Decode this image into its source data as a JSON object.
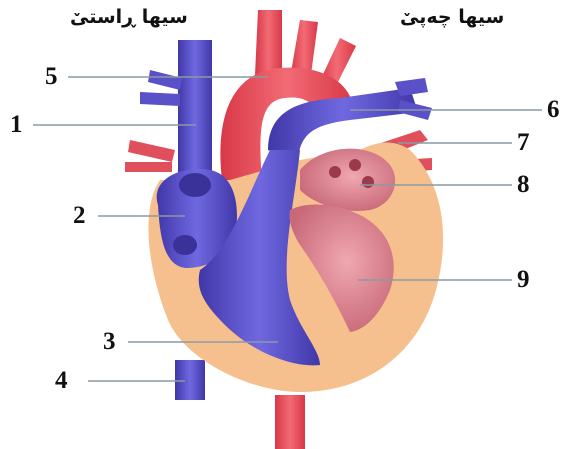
{
  "labels": {
    "right_side": "سیها ڕاستیٚ",
    "left_side": "سیها چەپیٚ"
  },
  "callouts": [
    {
      "id": "1",
      "text": "1"
    },
    {
      "id": "2",
      "text": "2"
    },
    {
      "id": "3",
      "text": "3"
    },
    {
      "id": "4",
      "text": "4"
    },
    {
      "id": "5",
      "text": "5"
    },
    {
      "id": "6",
      "text": "6"
    },
    {
      "id": "7",
      "text": "7"
    },
    {
      "id": "8",
      "text": "8"
    },
    {
      "id": "9",
      "text": "9"
    }
  ],
  "colors": {
    "oxygenated": "#e8505b",
    "deoxygenated": "#5a50c8",
    "muscle": "#f5c08e",
    "chamber_left": "#d97a8a",
    "leader_line": "#8a9aa5"
  }
}
